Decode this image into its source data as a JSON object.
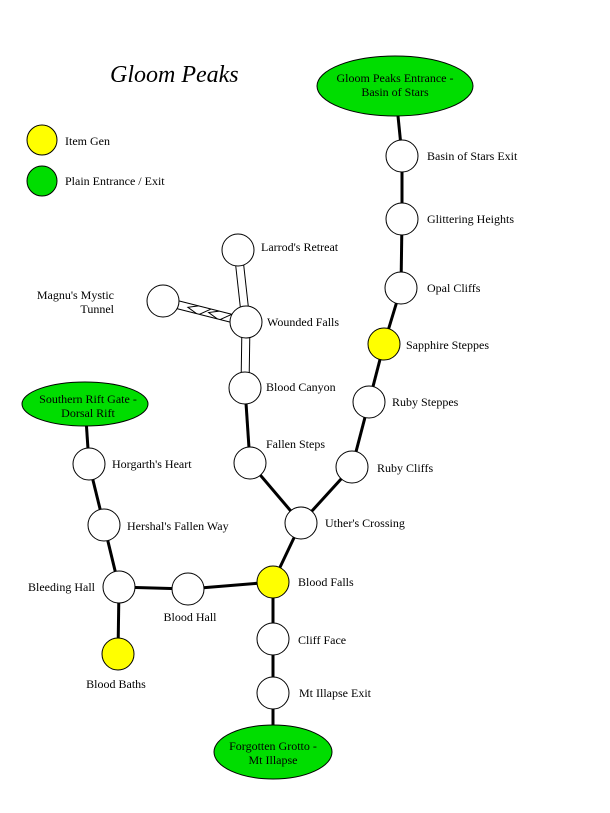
{
  "map": {
    "title": "Gloom Peaks",
    "colors": {
      "item_gen": "#ffff00",
      "entrance": "#00dd00",
      "plain": "#ffffff",
      "line": "#000000"
    },
    "legend": [
      {
        "type": "item_gen",
        "label": "Item Gen"
      },
      {
        "type": "entrance",
        "label": "Plain Entrance / Exit"
      }
    ],
    "locations": {
      "basin_entrance": {
        "type": "entrance",
        "lines": [
          "Gloom Peaks Entrance -",
          "Basin of Stars"
        ]
      },
      "basin_exit": {
        "type": "plain",
        "lines": [
          "Basin of Stars Exit"
        ]
      },
      "glittering_heights": {
        "type": "plain",
        "lines": [
          "Glittering Heights"
        ]
      },
      "opal_cliffs": {
        "type": "plain",
        "lines": [
          "Opal Cliffs"
        ]
      },
      "sapphire_steppes": {
        "type": "item_gen",
        "lines": [
          "Sapphire Steppes"
        ]
      },
      "ruby_steppes": {
        "type": "plain",
        "lines": [
          "Ruby Steppes"
        ]
      },
      "ruby_cliffs": {
        "type": "plain",
        "lines": [
          "Ruby Cliffs"
        ]
      },
      "uthers_crossing": {
        "type": "plain",
        "lines": [
          "Uther's Crossing"
        ]
      },
      "larrods_retreat": {
        "type": "plain",
        "lines": [
          "Larrod's Retreat"
        ]
      },
      "magnus_tunnel": {
        "type": "plain",
        "lines": [
          "Magnu's Mystic",
          "Tunnel"
        ]
      },
      "wounded_falls": {
        "type": "plain",
        "lines": [
          "Wounded Falls"
        ]
      },
      "blood_canyon": {
        "type": "plain",
        "lines": [
          "Blood Canyon"
        ]
      },
      "fallen_steps": {
        "type": "plain",
        "lines": [
          "Fallen Steps"
        ]
      },
      "blood_falls": {
        "type": "item_gen",
        "lines": [
          "Blood Falls"
        ]
      },
      "cliff_face": {
        "type": "plain",
        "lines": [
          "Cliff Face"
        ]
      },
      "mt_illapse_exit": {
        "type": "plain",
        "lines": [
          "Mt Illapse Exit"
        ]
      },
      "forgotten_grotto": {
        "type": "entrance",
        "lines": [
          "Forgotten Grotto -",
          "Mt Illapse"
        ]
      },
      "southern_rift_gate": {
        "type": "entrance",
        "lines": [
          "Southern Rift Gate -",
          "Dorsal Rift"
        ]
      },
      "horgarths_heart": {
        "type": "plain",
        "lines": [
          "Horgarth's Heart"
        ]
      },
      "hershals_fallen_way": {
        "type": "plain",
        "lines": [
          "Hershal's Fallen Way"
        ]
      },
      "bleeding_hall": {
        "type": "plain",
        "lines": [
          "Bleeding Hall"
        ]
      },
      "blood_hall": {
        "type": "plain",
        "lines": [
          "Blood Hall"
        ]
      },
      "blood_baths": {
        "type": "item_gen",
        "lines": [
          "Blood Baths"
        ]
      }
    },
    "connections": [
      {
        "from": "basin_entrance",
        "to": "basin_exit",
        "style": "path"
      },
      {
        "from": "basin_exit",
        "to": "glittering_heights",
        "style": "path"
      },
      {
        "from": "glittering_heights",
        "to": "opal_cliffs",
        "style": "path"
      },
      {
        "from": "opal_cliffs",
        "to": "sapphire_steppes",
        "style": "path"
      },
      {
        "from": "sapphire_steppes",
        "to": "ruby_steppes",
        "style": "path"
      },
      {
        "from": "ruby_steppes",
        "to": "ruby_cliffs",
        "style": "path"
      },
      {
        "from": "ruby_cliffs",
        "to": "uthers_crossing",
        "style": "path"
      },
      {
        "from": "fallen_steps",
        "to": "uthers_crossing",
        "style": "path"
      },
      {
        "from": "blood_canyon",
        "to": "fallen_steps",
        "style": "path"
      },
      {
        "from": "uthers_crossing",
        "to": "blood_falls",
        "style": "path"
      },
      {
        "from": "blood_falls",
        "to": "cliff_face",
        "style": "path"
      },
      {
        "from": "cliff_face",
        "to": "mt_illapse_exit",
        "style": "path"
      },
      {
        "from": "mt_illapse_exit",
        "to": "forgotten_grotto",
        "style": "path"
      },
      {
        "from": "blood_falls",
        "to": "blood_hall",
        "style": "path"
      },
      {
        "from": "blood_hall",
        "to": "bleeding_hall",
        "style": "path"
      },
      {
        "from": "bleeding_hall",
        "to": "blood_baths",
        "style": "path"
      },
      {
        "from": "bleeding_hall",
        "to": "hershals_fallen_way",
        "style": "path"
      },
      {
        "from": "hershals_fallen_way",
        "to": "horgarths_heart",
        "style": "path"
      },
      {
        "from": "horgarths_heart",
        "to": "southern_rift_gate",
        "style": "path"
      },
      {
        "from": "larrods_retreat",
        "to": "wounded_falls",
        "style": "bridge"
      },
      {
        "from": "wounded_falls",
        "to": "blood_canyon",
        "style": "bridge"
      },
      {
        "from": "magnus_tunnel",
        "to": "wounded_falls",
        "style": "tunnel"
      }
    ]
  }
}
